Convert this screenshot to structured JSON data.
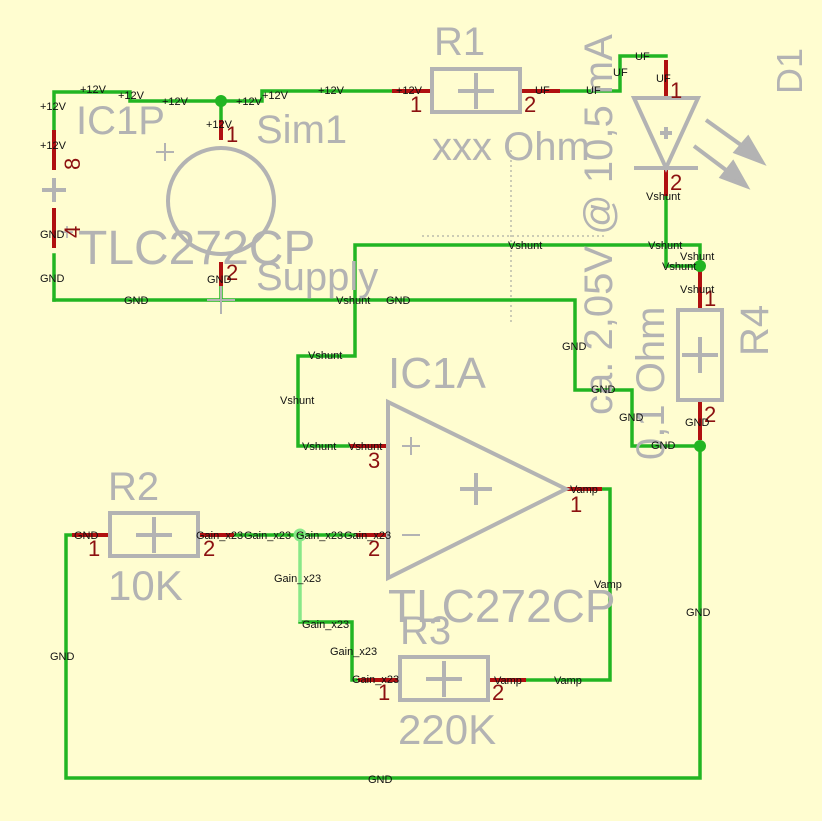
{
  "colors": {
    "background": "#fffdd0",
    "wire": "#22b522",
    "wire_selected": "#88e888",
    "pin": "#b01010",
    "symbol": "#b3b3b3",
    "pin_number": "#8c1010",
    "net_label": "#111111",
    "junction": "#22b522"
  },
  "components": {
    "ic1p": {
      "ref": "IC1P",
      "value": "TLC272CP",
      "pin8": "8",
      "pin4": "4",
      "plus_sign": "+"
    },
    "sim1": {
      "ref": "Sim1",
      "value": "Supply",
      "pin1": "1",
      "pin2": "2",
      "plus_sign": "+"
    },
    "r1": {
      "ref": "R1",
      "value": "xxx Ohm",
      "pin1": "1",
      "pin2": "2"
    },
    "d1": {
      "ref": "D1",
      "value": "ca. 2,05V @ 10,5 mA",
      "pin1": "1",
      "pin2": "2"
    },
    "r4": {
      "ref": "R4",
      "value": "0,1 Ohm",
      "pin1": "1",
      "pin2": "2"
    },
    "ic1a": {
      "ref": "IC1A",
      "value": "TLC272CP",
      "pin3": "3",
      "pin2": "2",
      "pin1": "1"
    },
    "r2": {
      "ref": "R2",
      "value": "10K",
      "pin1": "1",
      "pin2": "2"
    },
    "r3": {
      "ref": "R3",
      "value": "220K",
      "pin1": "1",
      "pin2": "2"
    }
  },
  "net_labels": [
    "+12V",
    "+12V",
    "+12V",
    "+12V",
    "+12V",
    "+12V",
    "+12V",
    "+12V",
    "+12V",
    "UF",
    "UF",
    "UF",
    "UF",
    "Vshunt",
    "Vshunt",
    "Vshunt",
    "Vshunt",
    "Vshunt",
    "Vshunt",
    "Vshunt",
    "Vshunt",
    "Vshunt",
    "Vshunt",
    "Vshunt",
    "Vshunt",
    "GND",
    "GND",
    "GND",
    "GND",
    "GND",
    "GND",
    "GND",
    "GND",
    "GND",
    "GND",
    "GND",
    "GND",
    "GND",
    "Vamp",
    "Vamp",
    "Vamp",
    "Vamp",
    "Gain_x23",
    "Gain_x23",
    "Gain_x23",
    "Gain_x23",
    "Gain_x23",
    "Gain_x23",
    "Gain_x23",
    "Gain_x23"
  ]
}
